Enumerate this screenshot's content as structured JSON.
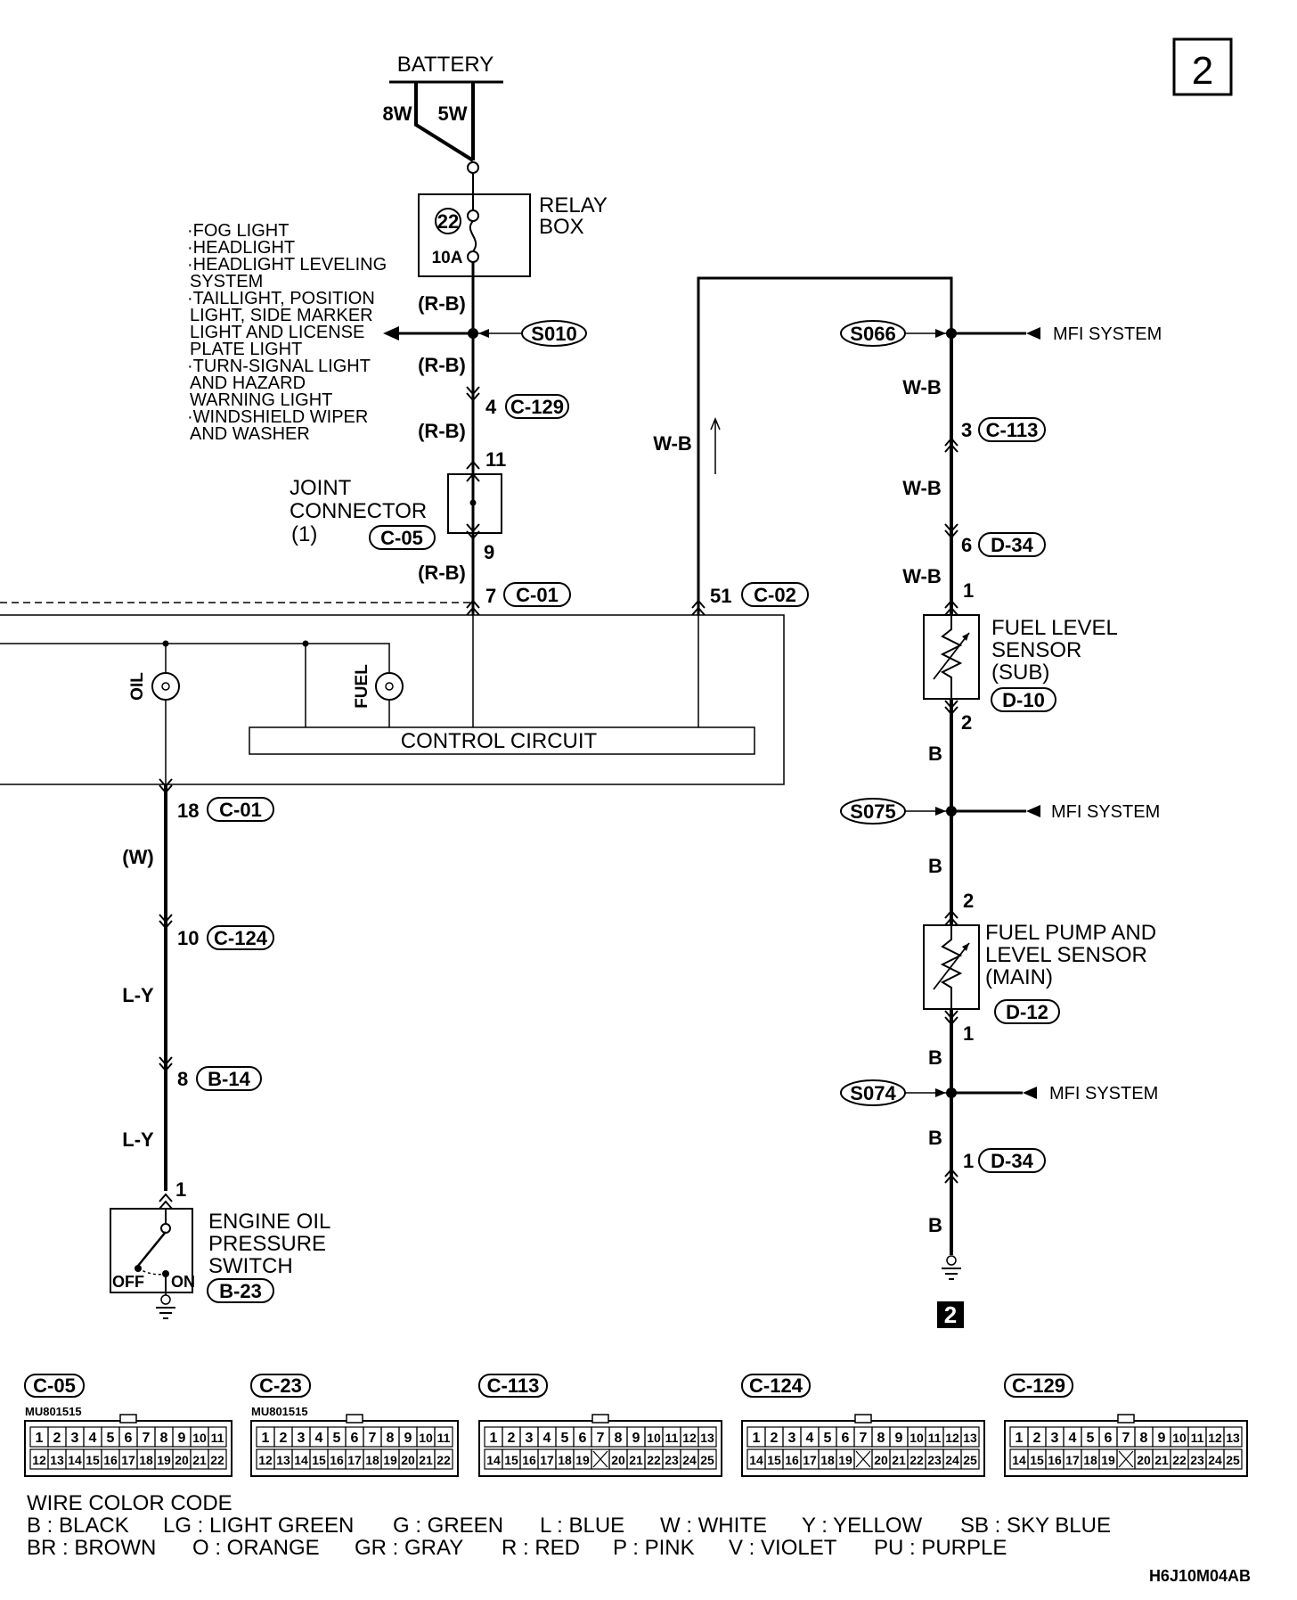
{
  "page_number": "2",
  "battery": {
    "label": "BATTERY",
    "wire_a": "8W",
    "wire_b": "5W"
  },
  "relay_box": {
    "label_1": "RELAY",
    "label_2": "BOX",
    "fuse_no": "22",
    "fuse_rating": "10A"
  },
  "fed_circuits": [
    "·FOG LIGHT",
    "·HEADLIGHT",
    "·HEADLIGHT LEVELING",
    "SYSTEM",
    "·TAILLIGHT, POSITION",
    "LIGHT, SIDE MARKER",
    "LIGHT AND LICENSE",
    "PLATE LIGHT",
    "·TURN-SIGNAL LIGHT",
    "AND HAZARD",
    "WARNING LIGHT",
    "·WINDSHIELD WIPER",
    "AND WASHER"
  ],
  "splices": {
    "s010": "S010",
    "s066": "S066",
    "s075": "S075",
    "s074": "S074"
  },
  "mfi_system": "MFI SYSTEM",
  "wire_colors": {
    "rb": "(R-B)",
    "wb": "W-B",
    "b": "B",
    "w": "(W)",
    "ly": "L-Y"
  },
  "pins": {
    "p4": "4",
    "p11": "11",
    "p9": "9",
    "p7": "7",
    "p51": "51",
    "p3": "3",
    "p6": "6",
    "p1": "1",
    "p2": "2",
    "p18": "18",
    "p10": "10",
    "p8": "8"
  },
  "connectors": {
    "c129": "C-129",
    "c05": "C-05",
    "c01": "C-01",
    "c02": "C-02",
    "c113": "C-113",
    "d34": "D-34",
    "d10": "D-10",
    "d12": "D-12",
    "c124": "C-124",
    "b14": "B-14",
    "b23": "B-23",
    "c23": "C-23"
  },
  "joint_connector": {
    "line1": "JOINT",
    "line2": "CONNECTOR",
    "line3": "(1)"
  },
  "gauges": {
    "oil": "OIL",
    "fuel": "FUEL"
  },
  "control_circuit": "CONTROL CIRCUIT",
  "fuel_level_sensor_sub": [
    "FUEL LEVEL",
    "SENSOR",
    "(SUB)"
  ],
  "fuel_pump_sensor_main": [
    "FUEL PUMP AND",
    "LEVEL SENSOR",
    "(MAIN)"
  ],
  "oil_switch": {
    "lines": [
      "ENGINE OIL",
      "PRESSURE",
      "SWITCH"
    ],
    "off": "OFF",
    "on": "ON"
  },
  "ground_ref": "2",
  "connector_views": [
    {
      "name": "C-05",
      "part_no": "MU801515",
      "row1": [
        "1",
        "2",
        "3",
        "4",
        "5",
        "6",
        "7",
        "8",
        "9",
        "10",
        "11"
      ],
      "row2": [
        "12",
        "13",
        "14",
        "15",
        "16",
        "17",
        "18",
        "19",
        "20",
        "21",
        "22"
      ]
    },
    {
      "name": "C-23",
      "part_no": "MU801515",
      "row1": [
        "1",
        "2",
        "3",
        "4",
        "5",
        "6",
        "7",
        "8",
        "9",
        "10",
        "11"
      ],
      "row2": [
        "12",
        "13",
        "14",
        "15",
        "16",
        "17",
        "18",
        "19",
        "20",
        "21",
        "22"
      ]
    },
    {
      "name": "C-113",
      "part_no": "",
      "row1": [
        "1",
        "2",
        "3",
        "4",
        "5",
        "6",
        "7",
        "8",
        "9",
        "10",
        "11",
        "12",
        "13"
      ],
      "row2": [
        "14",
        "15",
        "16",
        "17",
        "18",
        "19",
        "",
        "20",
        "21",
        "22",
        "23",
        "24",
        "25"
      ]
    },
    {
      "name": "C-124",
      "part_no": "",
      "row1": [
        "1",
        "2",
        "3",
        "4",
        "5",
        "6",
        "7",
        "8",
        "9",
        "10",
        "11",
        "12",
        "13"
      ],
      "row2": [
        "14",
        "15",
        "16",
        "17",
        "18",
        "19",
        "",
        "20",
        "21",
        "22",
        "23",
        "24",
        "25"
      ]
    },
    {
      "name": "C-129",
      "part_no": "",
      "row1": [
        "1",
        "2",
        "3",
        "4",
        "5",
        "6",
        "7",
        "8",
        "9",
        "10",
        "11",
        "12",
        "13"
      ],
      "row2": [
        "14",
        "15",
        "16",
        "17",
        "18",
        "19",
        "",
        "20",
        "21",
        "22",
        "23",
        "24",
        "25"
      ]
    }
  ],
  "legend": {
    "title": "WIRE COLOR CODE",
    "row1": [
      "B : BLACK",
      "LG : LIGHT GREEN",
      "G : GREEN",
      "L : BLUE",
      "W : WHITE",
      "Y : YELLOW",
      "SB : SKY BLUE"
    ],
    "row2": [
      "BR : BROWN",
      "O : ORANGE",
      "GR : GRAY",
      "R : RED",
      "P : PINK",
      "V : VIOLET",
      "PU : PURPLE"
    ]
  },
  "figure_code": "H6J10M04AB"
}
